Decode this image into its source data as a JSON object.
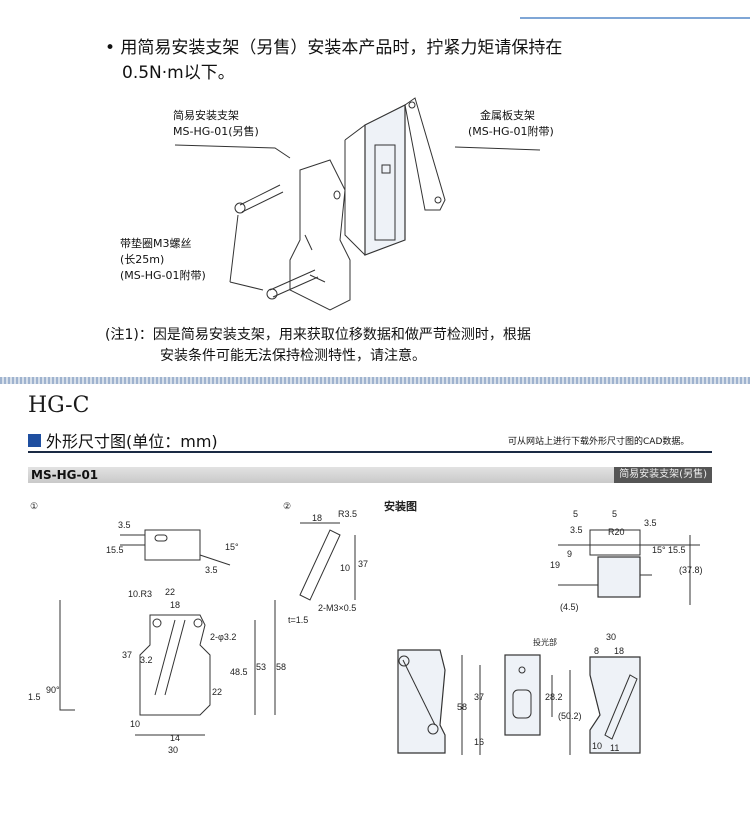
{
  "intro": {
    "line1": "• 用简易安装支架（另售）安装本产品时，拧紧力矩请保持在",
    "line2": "0.5N·m以下。"
  },
  "callouts": {
    "bracket_name": "简易安装支架",
    "bracket_model": "MS-HG-01(另售)",
    "metal_plate": "金属板支架",
    "metal_plate_note": "(MS-HG-01附带)",
    "screw": "带垫圈M3螺丝",
    "screw_length": "(长25m)",
    "screw_note": "(MS-HG-01附带)"
  },
  "note": {
    "line1": "(注1)：因是简易安装支架，用来获取位移数据和做严苛检测时，根据",
    "line2": "安装条件可能无法保持检测特性，请注意。"
  },
  "section": {
    "model": "HG-C",
    "heading": "外形尺寸图(单位：mm)",
    "cad_note": "可从网站上进行下载外形尺寸图的CAD数据。",
    "bar_name": "MS-HG-01",
    "bar_tag": "简易安装支架(另售)"
  },
  "drawing": {
    "label1": "①",
    "label2": "②",
    "install_label": "安装图",
    "emitter_label": "投光部",
    "dims1": [
      "3.5",
      "15.5",
      "3.5",
      "15°",
      "10.R3",
      "22",
      "18",
      "2-φ3.2",
      "37",
      "3.2",
      "48.5",
      "53",
      "58",
      "22",
      "10",
      "14",
      "30",
      "1.5",
      "90°"
    ],
    "dims2": [
      "18",
      "R3.5",
      "37",
      "10",
      "2-M3×0.5",
      "t=1.5"
    ],
    "dims3": [
      "5",
      "5",
      "3.5",
      "R20",
      "3.5",
      "15°",
      "15.5",
      "9",
      "19",
      "(37.8)",
      "(4.5)"
    ],
    "dims4": [
      "58",
      "37",
      "16",
      "28.2",
      "(50.2)",
      "30",
      "8",
      "18",
      "10",
      "11"
    ]
  }
}
